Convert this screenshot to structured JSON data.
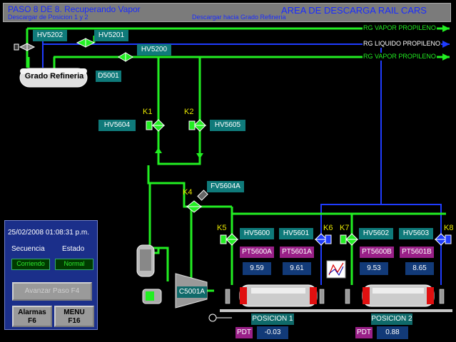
{
  "header": {
    "step": "PASO 8 DE 8. Recuperando Vapor",
    "sub_left": "Descargar de Posicion 1 y 2",
    "sub_right": "Descargar hacia Grado Refineria",
    "area_title": "AREA DE DESCARGA RAIL CARS"
  },
  "pipes": {
    "vapor_top": "RG VAPOR PROPILENO",
    "liquido": "RG LIQUIDO PROPILENO",
    "vapor_bottom": "RG VAPOR PROPILENO"
  },
  "tank": {
    "label": "Grado Refineria",
    "tag": "D5001"
  },
  "valves": {
    "hv5202": "HV5202",
    "hv5201": "HV5201",
    "hv5200": "HV5200",
    "hv5604": "HV5604",
    "hv5605": "HV5605",
    "fv5604a": "FV5604A",
    "hv5600": "HV5600",
    "hv5601": "HV5601",
    "hv5602": "HV5602",
    "hv5603": "HV5603"
  },
  "k_labels": {
    "k1": "K1",
    "k2": "K2",
    "k4": "K4",
    "k5": "K5",
    "k6": "K6",
    "k7": "K7",
    "k8": "K8"
  },
  "compressor": "C5001A",
  "pressure": {
    "pt5600a": {
      "tag": "PT5600A",
      "value": "9.59"
    },
    "pt5601a": {
      "tag": "PT5601A",
      "value": "9.61"
    },
    "pt5600b": {
      "tag": "PT5600B",
      "value": "9.53"
    },
    "pt5601b": {
      "tag": "PT5601B",
      "value": "8.65"
    }
  },
  "positions": {
    "p1": {
      "label": "POSICION 1",
      "pdt": "PDT",
      "value": "-0.03"
    },
    "p2": {
      "label": "POSICION 2",
      "pdt": "PDT",
      "value": "0.88"
    }
  },
  "panel": {
    "datetime": "25/02/2008 01:08:31 p.m.",
    "secuencia_label": "Secuencia",
    "estado_label": "Estado",
    "secuencia_value": "Corriendo",
    "estado_value": "Normal",
    "advance_button": "Avanzar Paso F4",
    "alarm_button": [
      "Alarmas",
      "F6"
    ],
    "menu_button": [
      "MENU",
      "F16"
    ]
  },
  "colors": {
    "vapor_line": "#22ee22",
    "liquid_line": "#1f3cff",
    "tag_teal": "#0f7a7a",
    "tag_magenta": "#9a2088",
    "k_yellow": "#e8e800"
  }
}
